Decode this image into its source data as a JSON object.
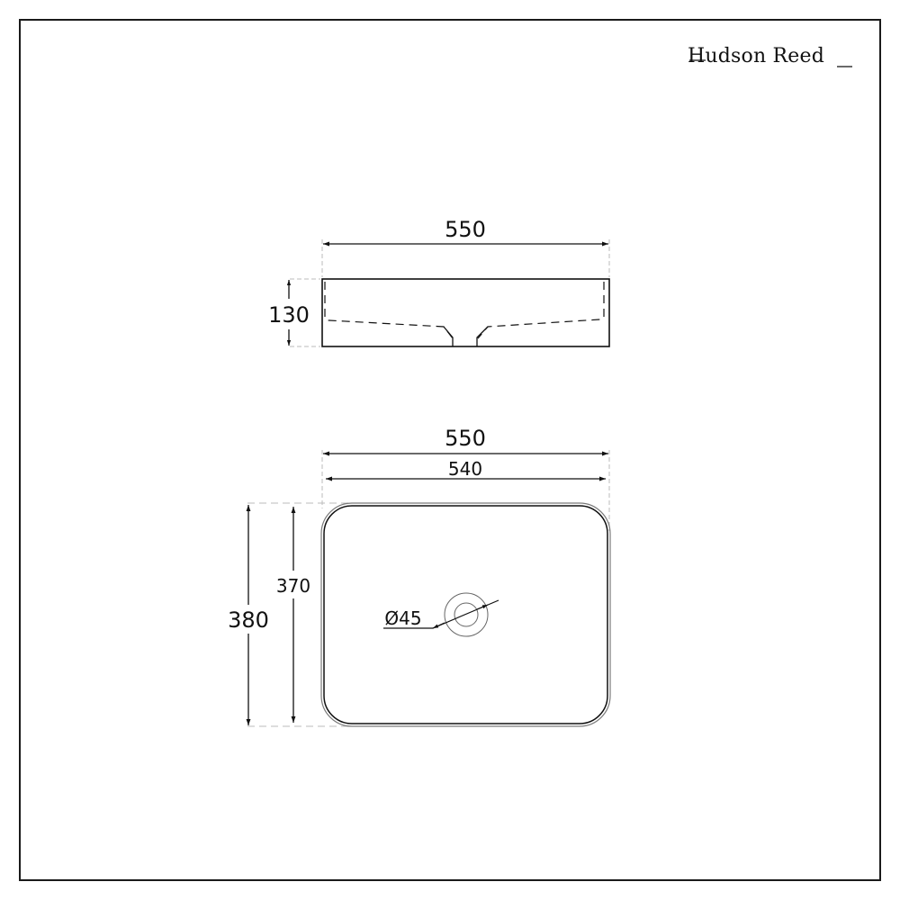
{
  "brand": {
    "name": "Hudson Reed"
  },
  "side_view": {
    "width_label": "550",
    "height_label": "130"
  },
  "plan_view": {
    "outer_width_label": "550",
    "inner_width_label": "540",
    "outer_depth_label": "380",
    "inner_depth_label": "370",
    "waste_diameter_label": "Ø45"
  },
  "colors": {
    "line": "#111111",
    "extension_line": "#b0b0b0",
    "plan_inner_outline": "#7a7a7a"
  }
}
